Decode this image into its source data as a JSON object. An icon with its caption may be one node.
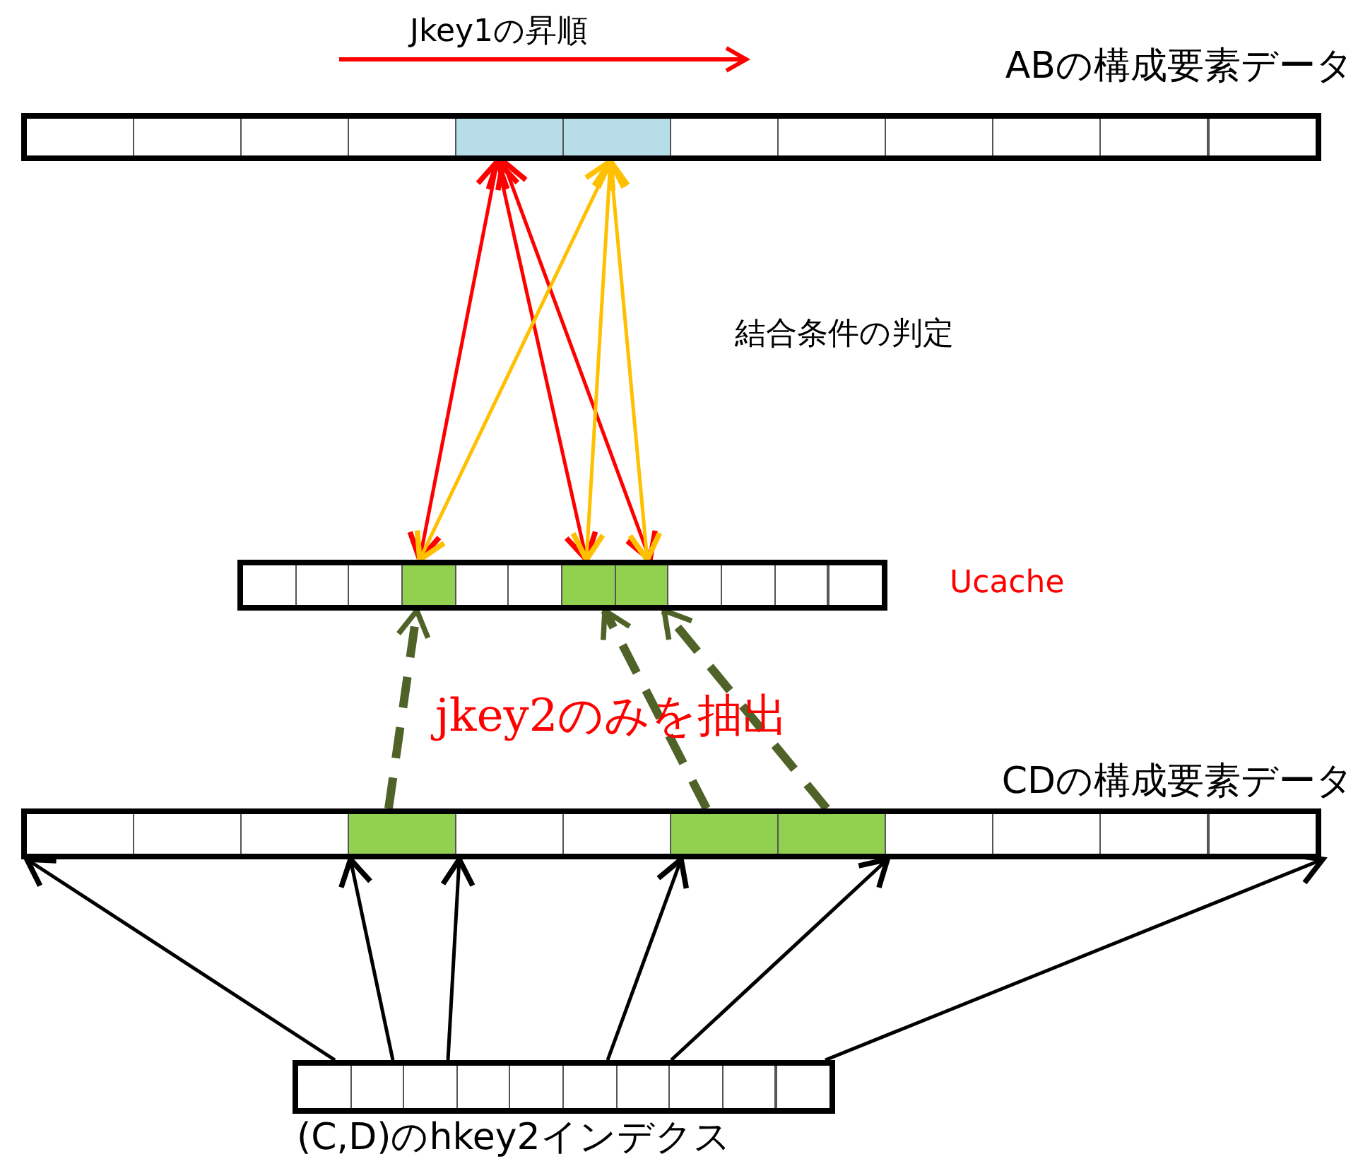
{
  "diagram": {
    "nodes": [
      {
        "text": [
          "ABの構成要素データ"
        ]
      },
      {
        "text": [],
        "shape": "box",
        "in": 0
      },
      {
        "text": [],
        "shape": "box",
        "in": 0
      },
      {
        "text": [],
        "shape": "box",
        "in": 0
      },
      {
        "text": [],
        "shape": "box",
        "in": 0
      },
      {
        "text": [],
        "shape": "box",
        "in": 0
      },
      {
        "text": [],
        "shape": "box",
        "in": 0
      },
      {
        "text": [],
        "shape": "box",
        "in": 0
      },
      {
        "text": [],
        "shape": "box",
        "in": 0
      },
      {
        "text": [],
        "shape": "box",
        "in": 0
      },
      {
        "text": [],
        "shape": "box",
        "in": 0
      },
      {
        "text": [],
        "shape": "box",
        "in": 0
      },
      {
        "text": [],
        "shape": "box",
        "in": 0
      },
      {
        "text": [],
        "shape": "box",
        "beside": [
          "Ucache"
        ]
      },
      {
        "text": [],
        "shape": "box",
        "in": 13
      },
      {
        "text": [],
        "shape": "box",
        "in": 13
      },
      {
        "text": [],
        "shape": "box",
        "in": 13
      },
      {
        "text": [],
        "shape": "box",
        "in": 13
      },
      {
        "text": [],
        "shape": "box",
        "in": 13
      },
      {
        "text": [],
        "shape": "box",
        "in": 13
      },
      {
        "text": [],
        "shape": "box",
        "in": 13
      },
      {
        "text": [],
        "shape": "box",
        "in": 13
      },
      {
        "text": [],
        "shape": "box",
        "in": 13
      },
      {
        "text": [],
        "shape": "box",
        "in": 13
      },
      {
        "text": [],
        "shape": "box",
        "in": 13
      },
      {
        "text": [],
        "shape": "box",
        "in": 13
      },
      {
        "text": [
          "CDの構成要素データ"
        ]
      },
      {
        "text": [],
        "shape": "box",
        "in": 26
      },
      {
        "text": [],
        "shape": "box",
        "in": 26
      },
      {
        "text": [],
        "shape": "box",
        "in": 26
      },
      {
        "text": [],
        "shape": "box",
        "in": 26
      },
      {
        "text": [],
        "shape": "box",
        "in": 26
      },
      {
        "text": [],
        "shape": "box",
        "in": 26
      },
      {
        "text": [],
        "shape": "box",
        "in": 26
      },
      {
        "text": [],
        "shape": "box",
        "in": 26
      },
      {
        "text": [],
        "shape": "box",
        "in": 26
      },
      {
        "text": [],
        "shape": "box",
        "in": 26
      },
      {
        "text": [],
        "shape": "box",
        "in": 26
      },
      {
        "text": [],
        "shape": "box",
        "in": 26
      },
      {
        "text": [
          "(C,D)のhkey2インデクス"
        ]
      },
      {
        "text": [],
        "shape": "box",
        "in": 39
      },
      {
        "text": [],
        "shape": "box",
        "in": 39
      },
      {
        "text": [],
        "shape": "box",
        "in": 39
      },
      {
        "text": [],
        "shape": "box",
        "in": 39
      },
      {
        "text": [],
        "shape": "box",
        "in": 39
      },
      {
        "text": [],
        "shape": "box",
        "in": 39
      },
      {
        "text": [],
        "shape": "box",
        "in": 39
      },
      {
        "text": [],
        "shape": "box",
        "in": 39
      },
      {
        "text": [],
        "shape": "box",
        "in": 39
      },
      {
        "text": [],
        "shape": "box",
        "in": 39
      }
    ],
    "edges": [
      {
        "from": 5,
        "to": 17,
        "arrow": "both",
        "color": "#ff0000"
      },
      {
        "from": 5,
        "to": 20,
        "arrow": "both",
        "color": "#ff0000"
      },
      {
        "from": 5,
        "to": 21,
        "arrow": "both",
        "color": "#ff0000"
      },
      {
        "from": 6,
        "to": 17,
        "arrow": "both",
        "color": "#ffc000"
      },
      {
        "from": 6,
        "to": 20,
        "arrow": "both",
        "color": "#ffc000"
      },
      {
        "from": 6,
        "to": 21,
        "arrow": "both",
        "color": "#ffc000"
      },
      {
        "from": 30,
        "to": 17,
        "arrow": "to",
        "style": "dashed",
        "color": "#4f6228"
      },
      {
        "from": 33,
        "to": 20,
        "arrow": "to",
        "style": "dashed",
        "color": "#4f6228"
      },
      {
        "from": 34,
        "to": 21,
        "arrow": "to",
        "style": "dashed",
        "color": "#4f6228"
      },
      {
        "from": 40,
        "to": 27,
        "arrow": "to"
      },
      {
        "from": 41,
        "to": 30,
        "arrow": "to"
      },
      {
        "from": 42,
        "to": 31,
        "arrow": "to"
      },
      {
        "from": 45,
        "to": 33,
        "arrow": "to"
      },
      {
        "from": 46,
        "to": 35,
        "arrow": "to"
      },
      {
        "from": 49,
        "to": 38,
        "arrow": "to"
      }
    ],
    "labels": [
      "Jkey1の昇順",
      "結合条件の判定",
      "jkey2のみを抽出"
    ]
  }
}
